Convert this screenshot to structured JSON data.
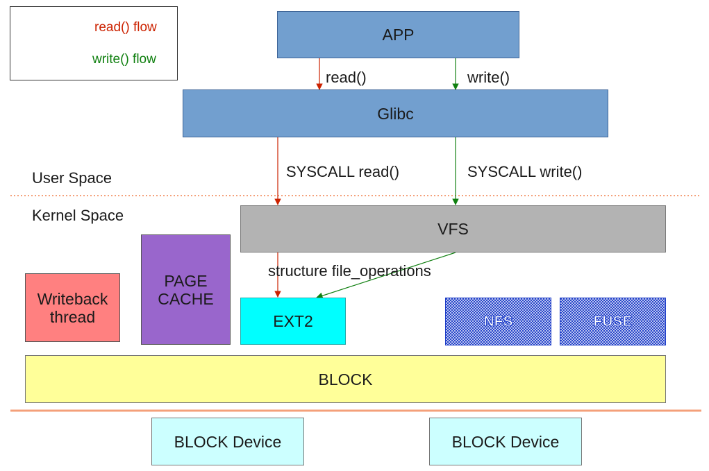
{
  "legend": {
    "read_label": "read() flow",
    "write_label": "write() flow",
    "read_color": "#cc2200",
    "write_color": "#108010"
  },
  "boxes": {
    "app": "APP",
    "glibc": "Glibc",
    "vfs": "VFS",
    "ext2": "EXT2",
    "nfs": "NFS",
    "fuse": "FUSE",
    "writeback": "Writeback thread",
    "page_cache": "PAGE CACHE",
    "block": "BLOCK",
    "block_device_1": "BLOCK Device",
    "block_device_2": "BLOCK Device"
  },
  "edges": {
    "read": "read()",
    "write": "write()",
    "syscall_read": "SYSCALL read()",
    "syscall_write": "SYSCALL write()",
    "file_ops": "structure file_operations"
  },
  "regions": {
    "user_space": "User Space",
    "kernel_space": "Kernel Space"
  },
  "colors": {
    "app_fill": "#729fcf",
    "glibc_fill": "#729fcf",
    "vfs_fill": "#b3b3b3",
    "ext2_fill": "#00ffff",
    "writeback_fill": "#ff8080",
    "page_cache_fill": "#9966cc",
    "block_fill": "#ffff99",
    "device_fill": "#ccffff",
    "hatch": "#1c3cc8",
    "separator": "#f4a07a"
  }
}
